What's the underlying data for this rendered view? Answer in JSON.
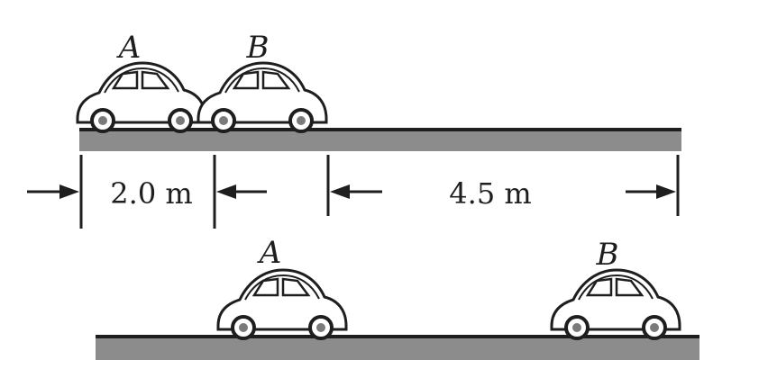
{
  "top_row": {
    "car_a_label": "A",
    "car_b_label": "B"
  },
  "dimensions": {
    "gap_label": "2.0 m",
    "span_label": "4.5 m"
  },
  "bottom_row": {
    "car_a_label": "A",
    "car_b_label": "B"
  },
  "colors": {
    "ink": "#1e1e1e",
    "road_fill": "#8c8c8c",
    "wheel_hub": "#7a7a7a",
    "background": "#ffffff"
  }
}
